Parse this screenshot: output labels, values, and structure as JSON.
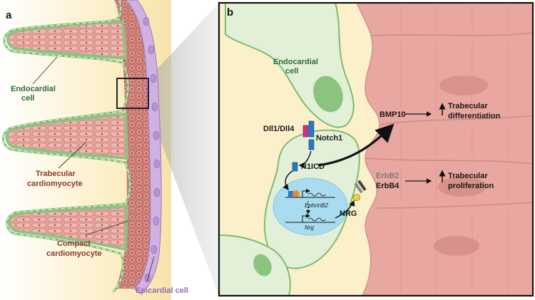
{
  "panel_a": {
    "letter": "a",
    "labels": {
      "endocardial_cell": [
        "Endocardial",
        "cell"
      ],
      "trabecular_cardiomyocyte": [
        "Trabecular",
        "cardiomyocyte"
      ],
      "compact_cardiomyocyte": [
        "Compact",
        "cardiomyocyte"
      ],
      "epicardial_cell": "Epicardial cell"
    }
  },
  "panel_b": {
    "letter": "b",
    "labels": {
      "endocardial_cell": [
        "Endocardial",
        "cell"
      ],
      "dll": "Dll1/Dll4",
      "notch1": "Notch1",
      "n1icd": "N1ICD",
      "bmp10": "BMP10",
      "trabecular_differentiation": [
        "Trabecular",
        "differentiation"
      ],
      "erbb2": "ErbB2",
      "erbb4": "ErbB4",
      "trabecular_proliferation": [
        "Trabecular",
        "proliferation"
      ],
      "nrg_ligand": "NRG",
      "ephrinb2_gene": "EphrinB2",
      "nrg_gene": "Nrg"
    }
  },
  "colors": {
    "endocardium_fill": "#e3f0d8",
    "endocardium_stroke": "#7dbb72",
    "myocardium": "#e9a8a2",
    "myocardium_dark": "#c97770",
    "cardiac_jelly": "#fbf0c9",
    "epicardium": "#c9a9dd",
    "nucleus": "#a9dcef",
    "notch_blue": "#2a78c2",
    "dll_magenta": "#d02c8a",
    "green_text": "#2f6b3d",
    "brown_text": "#8a3a2c",
    "purple_text": "#9a6bb5"
  }
}
